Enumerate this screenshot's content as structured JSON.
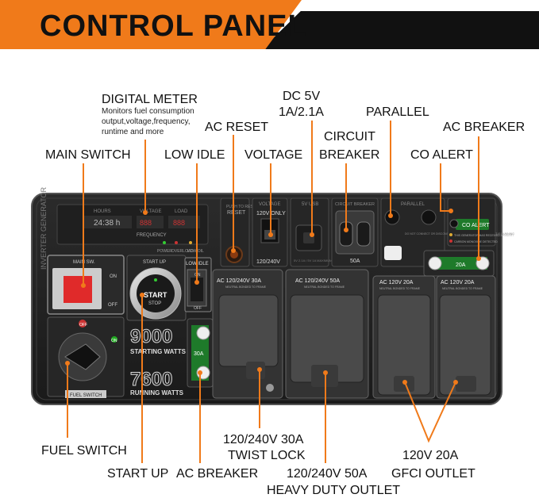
{
  "header": {
    "title": "CONTROL PANEL",
    "colors": {
      "orange": "#f07a1a",
      "black": "#111111"
    }
  },
  "labels": {
    "digital_meter": "DIGITAL METER",
    "digital_meter_desc": [
      "Monitors fuel consumption",
      "output,voltage,frequency,",
      "runtime and more"
    ],
    "dc_5v": "DC 5V",
    "dc_amps": "1A/2.1A",
    "parallel": "PARALLEL",
    "ac_reset": "AC RESET",
    "circuit": "CIRCUIT",
    "breaker": "BREAKER",
    "ac_breaker_top": "AC BREAKER",
    "main_switch": "MAIN SWITCH",
    "low_idle": "LOW IDLE",
    "voltage": "VOLTAGE",
    "co_alert": "CO ALERT",
    "fuel_switch": "FUEL SWITCH",
    "start_up": "START UP",
    "ac_breaker_bottom": "AC BREAKER",
    "twist_lock_1": "120/240V 30A",
    "twist_lock_2": "TWIST LOCK",
    "heavy_duty_1": "120/240V 50A",
    "heavy_duty_2": "HEAVY DUTY OUTLET",
    "gfci_1": "120V 20A",
    "gfci_2": "GFCI OUTLET"
  },
  "panel": {
    "brand_vertical": "INVERTER GENERATOR",
    "meter": {
      "hours": "HOURS",
      "voltage": "VOLTAGE",
      "load": "LOAD",
      "time": "24:38 h",
      "volts": "888",
      "load_val": "888",
      "frequency": "FREQUENCY",
      "leds": [
        "POWER",
        "OVERLOAD",
        "LOW OIL"
      ]
    },
    "reset": {
      "label": "PUSH TO RESET",
      "short": "RESET"
    },
    "voltage_sw": {
      "title": "VOLTAGE",
      "top": "120V ONLY",
      "bottom": "120/240V"
    },
    "usb": {
      "title": "5V USB",
      "note": "5V 2.1A / 5V 1A MAXIMUM"
    },
    "circuit_breaker": {
      "title": "CIRCUIT BREAKER",
      "rating": "50A"
    },
    "parallel": {
      "title": "PARALLEL",
      "note": "DO NOT CONNECT OR DISCONNECT PARALLEL CABLES WHILE UNIT IS RUNNING"
    },
    "co": {
      "badge": "CO ALERT",
      "notes": [
        "THIS GENERATOR HAS RECEIVED AN ALERT",
        "CARBON MONOXIDE DETECTED"
      ]
    },
    "main_sw": {
      "title": "MAIN SW.",
      "on": "ON",
      "off": "OFF"
    },
    "start": {
      "title": "START UP",
      "start": "START",
      "stop": "STOP"
    },
    "low_idle": {
      "title": "LOW IDLE",
      "on": "ON",
      "off": "OFF"
    },
    "watts": {
      "starting": "9000",
      "starting_label": "STARTING WATTS",
      "running": "7600",
      "running_label": "RUNNING WATTS"
    },
    "fuel": {
      "title": "FUEL SWITCH",
      "off": "OFF",
      "on": "ON"
    },
    "breaker_30": "30A",
    "breaker_20": "20A",
    "outlet_30": {
      "title": "AC 120/240V 30A",
      "sub": "NEUTRAL BONDED TO FRAME"
    },
    "outlet_50": {
      "title": "AC 120/240V 50A",
      "sub": "NEUTRAL BONDED TO FRAME"
    },
    "outlet_20a": {
      "title": "AC 120V 20A",
      "sub": "NEUTRAL BONDED TO FRAME"
    },
    "outlet_20b": {
      "title": "AC 120V 20A",
      "sub": "NEUTRAL BONDED TO FRAME"
    }
  }
}
